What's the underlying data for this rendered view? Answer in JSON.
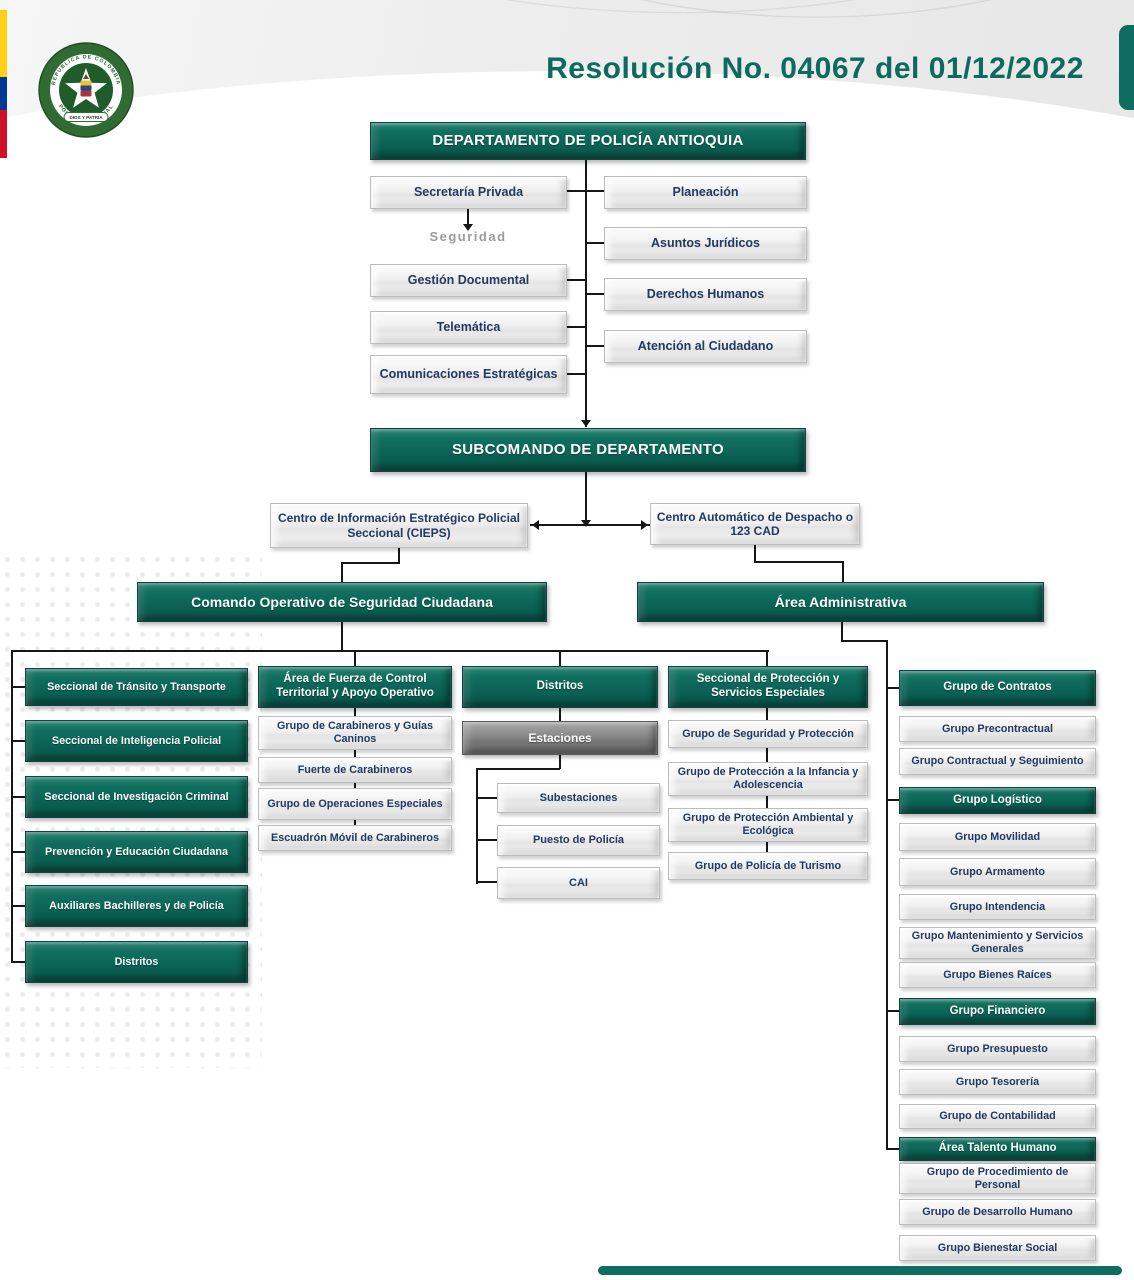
{
  "header": {
    "title": "Resolución No. 04067 del 01/12/2022"
  },
  "logo": {
    "ring_top": "REPUBLICA DE COLOMBIA",
    "ring_bottom": "POLICIA NACIONAL",
    "motto": "DIOS Y PATRIA"
  },
  "org": {
    "root": "DEPARTAMENTO DE POLICÍA ANTIOQUIA",
    "staff_left": [
      "Secretaría Privada",
      "Gestión Documental",
      "Telemática",
      "Comunicaciones Estratégicas"
    ],
    "seguridad_label": "Seguridad",
    "staff_right": [
      "Planeación",
      "Asuntos Jurídicos",
      "Derechos Humanos",
      "Atención al Ciudadano"
    ],
    "subcomando": "SUBCOMANDO DE DEPARTAMENTO",
    "cieps": "Centro de Información Estratégico Policial Seccional (CIEPS)",
    "cad": "Centro Automático de Despacho o 123 CAD",
    "comando_operativo": "Comando Operativo de Seguridad Ciudadana",
    "area_administrativa": "Área Administrativa",
    "seccionales": [
      "Seccional de Tránsito y Transporte",
      "Seccional de Inteligencia Policial",
      "Seccional de Investigación Criminal",
      "Prevención y Educación Ciudadana",
      "Auxiliares Bachilleres y de Policía",
      "Distritos"
    ],
    "fuerza": {
      "header": "Área de Fuerza de Control Territorial y Apoyo Operativo",
      "items": [
        "Grupo de Carabineros y Guías Caninos",
        "Fuerte de Carabineros",
        "Grupo de Operaciones Especiales",
        "Escuadrón Móvil de Carabineros"
      ]
    },
    "distritos": {
      "header": "Distritos",
      "estaciones": "Estaciones",
      "items": [
        "Subestaciones",
        "Puesto de Policía",
        "CAI"
      ]
    },
    "proteccion": {
      "header": "Seccional de Protección y Servicios Especiales",
      "items": [
        "Grupo de Seguridad y Protección",
        "Grupo de Protección a la Infancia y Adolescencia",
        "Grupo de Protección Ambiental y Ecológica",
        "Grupo de Policía de Turismo"
      ]
    },
    "administrativa": {
      "items": [
        {
          "label": "Grupo de Contratos",
          "level": "area"
        },
        {
          "label": "Grupo Precontractual",
          "level": "group"
        },
        {
          "label": "Grupo Contractual y Seguimiento",
          "level": "group"
        },
        {
          "label": "Grupo Logístico",
          "level": "area"
        },
        {
          "label": "Grupo Movilidad",
          "level": "group"
        },
        {
          "label": "Grupo Armamento",
          "level": "group"
        },
        {
          "label": "Grupo Intendencia",
          "level": "group"
        },
        {
          "label": "Grupo Mantenimiento y Servicios Generales",
          "level": "group"
        },
        {
          "label": "Grupo Bienes Raíces",
          "level": "group"
        },
        {
          "label": "Grupo Financiero",
          "level": "area"
        },
        {
          "label": "Grupo Presupuesto",
          "level": "group"
        },
        {
          "label": "Grupo Tesorería",
          "level": "group"
        },
        {
          "label": "Grupo de Contabilidad",
          "level": "group"
        },
        {
          "label": "Área Talento Humano",
          "level": "area"
        },
        {
          "label": "Grupo de Procedimiento de Personal",
          "level": "group"
        },
        {
          "label": "Grupo de Desarrollo Humano",
          "level": "group"
        },
        {
          "label": "Grupo Bienestar Social",
          "level": "group"
        }
      ]
    }
  },
  "colors": {
    "teal": "#0E6C60",
    "navy_text": "#203A60",
    "title_teal": "#0C6A5E",
    "flag_yellow": "#FCD116",
    "flag_blue": "#003893",
    "flag_red": "#CE1126"
  }
}
